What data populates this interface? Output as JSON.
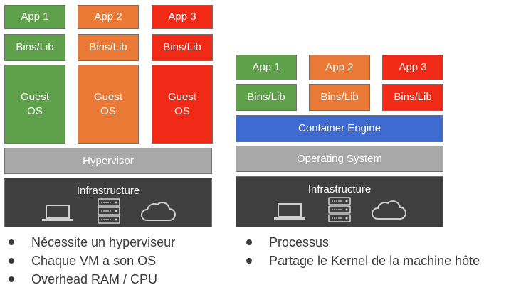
{
  "vm": {
    "apps": [
      "App 1",
      "App 2",
      "App 3"
    ],
    "bins": [
      "Bins/Lib",
      "Bins/Lib",
      "Bins/Lib"
    ],
    "guest_os": [
      {
        "line1": "Guest",
        "line2": "OS"
      },
      {
        "line1": "Guest",
        "line2": "OS"
      },
      {
        "line1": "Guest",
        "line2": "OS"
      }
    ],
    "hypervisor": "Hypervisor",
    "infrastructure": "Infrastructure",
    "bullets": [
      "Nécessite un hyperviseur",
      "Chaque VM a son OS",
      "Overhead RAM / CPU"
    ]
  },
  "container": {
    "apps": [
      "App 1",
      "App 2",
      "App 3"
    ],
    "bins": [
      "Bins/Lib",
      "Bins/Lib",
      "Bins/Lib"
    ],
    "engine": "Container Engine",
    "operating_system": "Operating System",
    "infrastructure": "Infrastructure",
    "bullets": [
      "Processus",
      "Partage le Kernel de la machine hôte"
    ]
  },
  "colors": {
    "app1": "#5fa04a",
    "app2": "#e97935",
    "app3": "#f02a16",
    "engine": "#3f6ad0",
    "layer_gray": "#a8a8a8",
    "infrastructure": "#3f3f3f"
  },
  "icons": [
    "laptop-icon",
    "server-icon",
    "cloud-icon"
  ]
}
